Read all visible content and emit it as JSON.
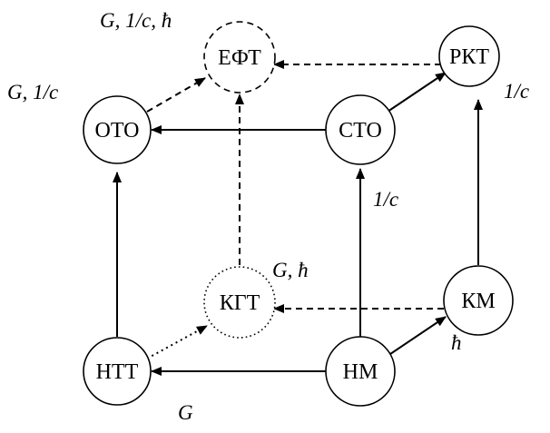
{
  "nodes": {
    "eft": "ЕФТ",
    "rkt": "РКТ",
    "oto": "ОТО",
    "sto": "СТО",
    "kgt": "КГТ",
    "km": "КМ",
    "ntt": "НТТ",
    "nm": "НМ"
  },
  "labels": {
    "eft_constants": "G, 1/c, ħ",
    "oto_constants": "G, 1/c",
    "rkt_constant": "1/c",
    "sto_constant": "1/c",
    "kgt_constants": "G, ħ",
    "km_constant": "ħ",
    "ntt_constant": "G"
  }
}
